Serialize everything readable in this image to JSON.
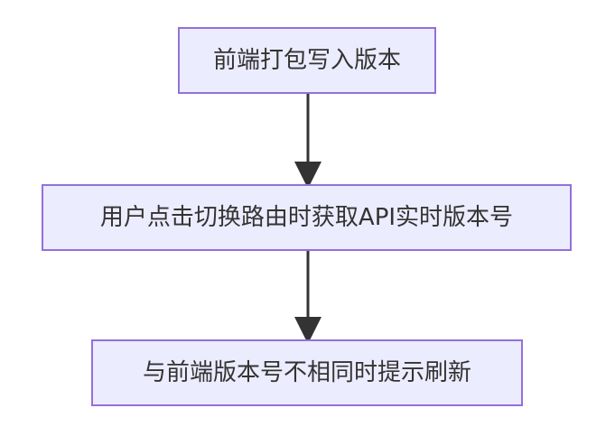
{
  "flowchart": {
    "nodes": [
      {
        "id": "n1",
        "label": "前端打包写入版本"
      },
      {
        "id": "n2",
        "label": "用户点击切换路由时获取API实时版本号"
      },
      {
        "id": "n3",
        "label": "与前端版本号不相同时提示刷新"
      }
    ],
    "edges": [
      {
        "from": "n1",
        "to": "n2"
      },
      {
        "from": "n2",
        "to": "n3"
      }
    ],
    "colors": {
      "node_fill": "#ECECFF",
      "node_border": "#9370DB",
      "edge": "#333333",
      "text": "#333333"
    }
  }
}
